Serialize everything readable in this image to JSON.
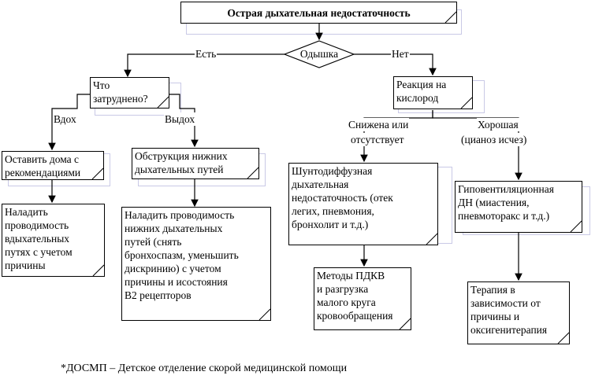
{
  "title": "Острая дыхательная недостаточность",
  "decision": "Одышка",
  "yes_label": "Есть",
  "no_label": "Нет",
  "left": {
    "question": [
      "Что",
      "затруднено?"
    ],
    "inhale_label": "Вдох",
    "exhale_label": "Выдох",
    "inhale_box": [
      "Оставить дома с",
      "рекомендациями"
    ],
    "inhale_action": [
      "Наладить",
      "проводимость",
      "вдыхательных",
      "путях с учетом",
      "причины"
    ],
    "exhale_box": [
      "Обструкция нижних",
      "дыхательных путей"
    ],
    "exhale_action": [
      "Наладить проводимость",
      "нижних дыхательных",
      "путей (снять",
      "бронхоспазм, уменьшить",
      "дискринию) с учетом",
      "причины и исостояния",
      "В2 рецепторов"
    ]
  },
  "right": {
    "question": [
      "Реакция на",
      "кислород"
    ],
    "reduced_label": [
      "Снижена или",
      "отсутствует"
    ],
    "good_label": [
      "Хорошая",
      "(цианоз исчез)"
    ],
    "reduced_box": [
      "Шунтодиффузная",
      "дыхательная",
      "недостаточность (отек",
      "легих, пневмония,",
      "бронхолит и т.д.)"
    ],
    "reduced_action": [
      "Методы ПДКВ",
      "и разгрузка",
      "малого круга",
      "кровообращения"
    ],
    "good_box": [
      "Гиповентиляционная",
      "ДН (миастения,",
      "пневмоторакс и т.д.)"
    ],
    "good_action": [
      "Терапия в",
      "зависимости от",
      "причины и",
      "оксигенитерапия"
    ]
  },
  "footnote": "*ДОСМП – Детское отделение скорой медицинской помощи"
}
